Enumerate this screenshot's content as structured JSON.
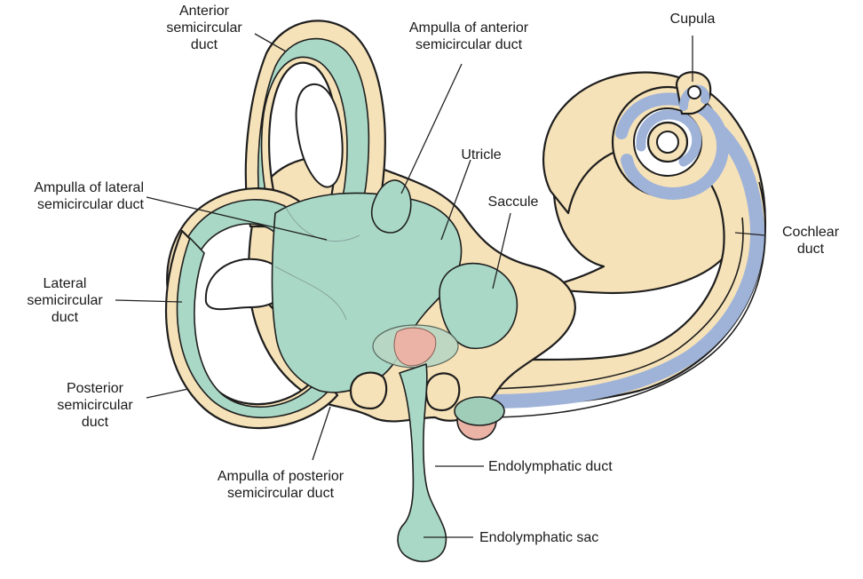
{
  "labels": {
    "anterior_semicircular_duct": [
      "Anterior",
      "semicircular",
      "duct"
    ],
    "ampulla_anterior": [
      "Ampulla of anterior",
      "semicircular duct"
    ],
    "cupula": [
      "Cupula"
    ],
    "utricle": [
      "Utricle"
    ],
    "ampulla_lateral": [
      "Ampulla of lateral",
      "semicircular duct"
    ],
    "saccule": [
      "Saccule"
    ],
    "cochlear_duct": [
      "Cochlear",
      "duct"
    ],
    "lateral_semicircular_duct": [
      "Lateral",
      "semicircular",
      "duct"
    ],
    "posterior_semicircular_duct": [
      "Posterior",
      "semicircular",
      "duct"
    ],
    "ampulla_posterior": [
      "Ampulla of posterior",
      "semicircular duct"
    ],
    "endolymphatic_duct": [
      "Endolymphatic duct"
    ],
    "endolymphatic_sac": [
      "Endolymphatic sac"
    ]
  },
  "colors": {
    "bony_labyrinth": "#f6e2b8",
    "membranous_labyrinth": "#a9d8c6",
    "cochlear_duct": "#9fb3d8",
    "outline": "#1e1e1e",
    "pink_region": "#eab3a6",
    "leader_line": "#222222"
  }
}
